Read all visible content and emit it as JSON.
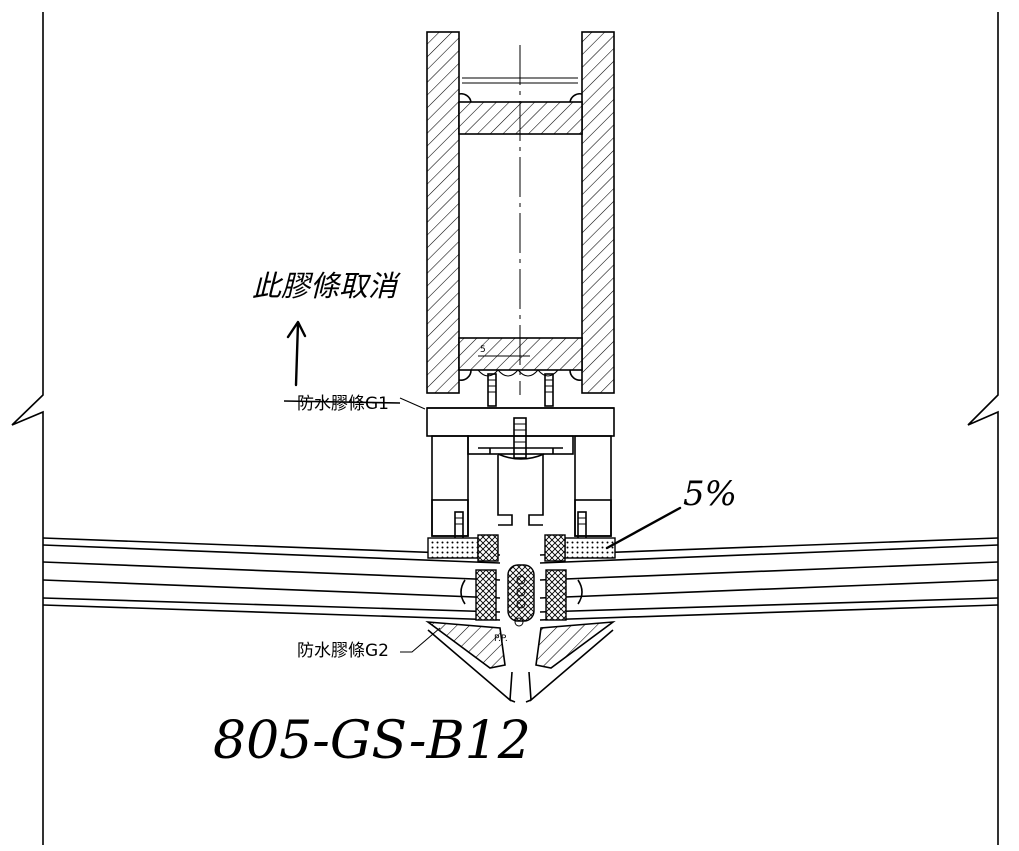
{
  "labels": {
    "gasket_g1": "防水膠條G1",
    "gasket_g2": "防水膠條G2",
    "small_mark": "P.P.",
    "dim_mark": "5"
  },
  "annotations": {
    "handwritten_note": "此膠條取消",
    "handwritten_side_note": "5%",
    "drawing_number": "805-GS-B12"
  },
  "colors": {
    "ink": "#000000",
    "paper": "#ffffff"
  }
}
